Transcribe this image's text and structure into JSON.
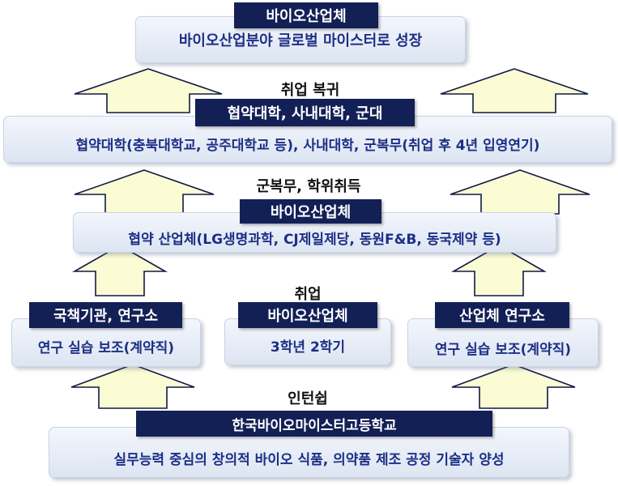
{
  "top": {
    "title": "바이오산업체",
    "text": "바이오산업분야 글로벌 마이스터로 성장"
  },
  "return_label": "취업 복귀",
  "university": {
    "title": "협약대학, 사내대학, 군대",
    "text": "협약대학(충북대학교, 공주대학교 등), 사내대학, 군복무(취업 후 4년 입영연기)"
  },
  "military_label": "군복무, 학위취득",
  "industry": {
    "title": "바이오산업체",
    "text": "협약 산업체(LG생명과학, CJ제일제당, 동원F&B, 동국제약 등)"
  },
  "employment_label": "취업",
  "institute_left": {
    "title": "국책기관, 연구소",
    "text": "연구 실습 보조(계약직)"
  },
  "center_company": {
    "title": "바이오산업체",
    "text": "3학년 2학기"
  },
  "institute_right": {
    "title": "산업체 연구소",
    "text": "연구 실습 보조(계약직)"
  },
  "internship_label": "인턴쉽",
  "school": {
    "title": "한국바이오마이스터고등학교",
    "text": "실무능력 중심의 창의적 바이오 식품, 의약품 제조 공정 기술자 양성"
  }
}
